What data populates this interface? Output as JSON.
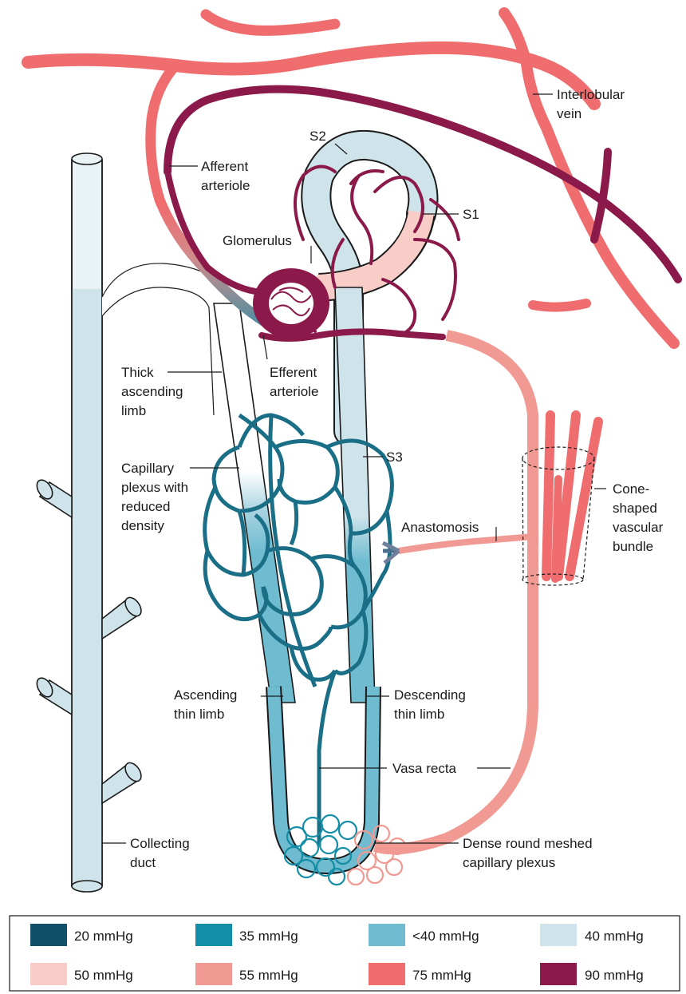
{
  "labels": {
    "interlobular_vein": [
      "Interlobular",
      "vein"
    ],
    "afferent_arteriole": [
      "Afferent",
      "arteriole"
    ],
    "s2": "S2",
    "s1": "S1",
    "glomerulus": "Glomerulus",
    "efferent_arteriole": [
      "Efferent",
      "arteriole"
    ],
    "thick_ascending_limb": [
      "Thick",
      "ascending",
      "limb"
    ],
    "s3": "S3",
    "capillary_plexus": [
      "Capillary",
      "plexus with",
      "reduced",
      "density"
    ],
    "anastomosis": "Anastomosis",
    "cone_bundle": [
      "Cone-",
      "shaped",
      "vascular",
      "bundle"
    ],
    "ascending_thin_limb": [
      "Ascending",
      "thin limb"
    ],
    "descending_thin_limb": [
      "Descending",
      "thin limb"
    ],
    "vasa_recta": "Vasa recta",
    "collecting_duct": [
      "Collecting",
      "duct"
    ],
    "dense_plexus": [
      "Dense round meshed",
      "capillary plexus"
    ]
  },
  "legend": [
    {
      "label": "20 mmHg",
      "color": "#12506a"
    },
    {
      "label": "35 mmHg",
      "color": "#138ea6"
    },
    {
      "label": "<40 mmHg",
      "color": "#6fbcd1"
    },
    {
      "label": "40 mmHg",
      "color": "#cfe4ea"
    },
    {
      "label": "50 mmHg",
      "color": "#f8cdc8"
    },
    {
      "label": "55 mmHg",
      "color": "#f19a93"
    },
    {
      "label": "75 mmHg",
      "color": "#ef6d6f"
    },
    {
      "label": "90 mmHg",
      "color": "#8b1a4b"
    }
  ]
}
